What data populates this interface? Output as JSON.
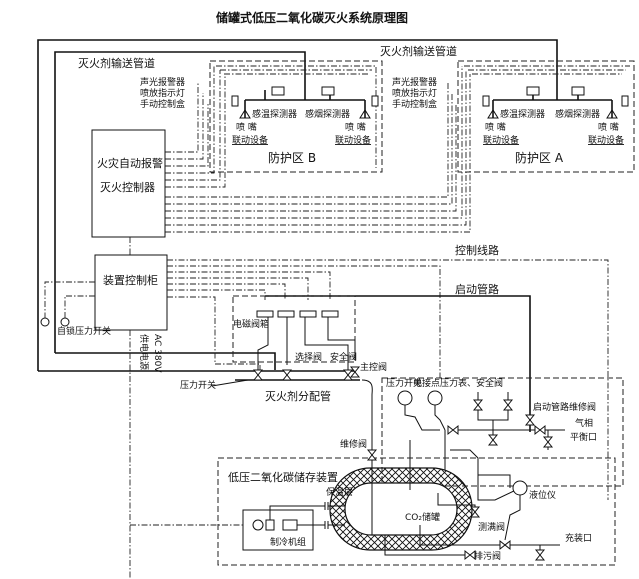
{
  "title": "储罐式低压二氧化碳灭火系统原理图",
  "pipes": {
    "delivery_b": "灭火剂输送管道",
    "delivery_a": "灭火剂输送管道"
  },
  "zone_b": {
    "alarm": "声光报警器",
    "release_light": "喷放指示灯",
    "manual_box": "手动控制盒",
    "heat_detector": "感温探测器",
    "smoke_detector": "感烟探测器",
    "nozzle_left": "喷  嘴",
    "nozzle_right": "喷  嘴",
    "linkage_left": "联动设备",
    "linkage_right": "联动设备",
    "name": "防护区  B"
  },
  "zone_a": {
    "alarm": "声光报警器",
    "release_light": "喷放指示灯",
    "manual_box": "手动控制盒",
    "heat_detector": "感温探测器",
    "smoke_detector": "感烟探测器",
    "nozzle_left": "喷  嘴",
    "nozzle_right": "喷  嘴",
    "linkage_left": "联动设备",
    "linkage_right": "联动设备",
    "name": "防护区  A"
  },
  "controller": {
    "line1": "火灾自动报警",
    "line2": "灭火控制器"
  },
  "cabinet": "装置控制柜",
  "control_line": "控制线路",
  "start_pipe": "启动管路",
  "solenoid_box": "电磁阀箱",
  "self_lock_switch": "自锁压力开关",
  "power": {
    "label": "供电电源",
    "voltage": "AC 380V"
  },
  "valves": {
    "selector": "选择阀",
    "safety": "安全阀",
    "main": "主控阀",
    "pressure_switch": "压力开关",
    "manifold": "灭火剂分配管"
  },
  "tank_area": {
    "pressure_switch": "压力开关",
    "gauge_safety": "电接点压力表、安全阀",
    "start_maint": "启动管路维修阀",
    "vapor1": "气相",
    "vapor2": "平衡口",
    "maint": "维修阀",
    "storage": "低压二氧化碳储存装置",
    "insulation": "保温层",
    "tank": "CO₂储罐",
    "level": "液位仪",
    "full_valve": "测满阀",
    "fill": "充装口",
    "drain": "排污阀",
    "fridge": "制冷机组"
  }
}
